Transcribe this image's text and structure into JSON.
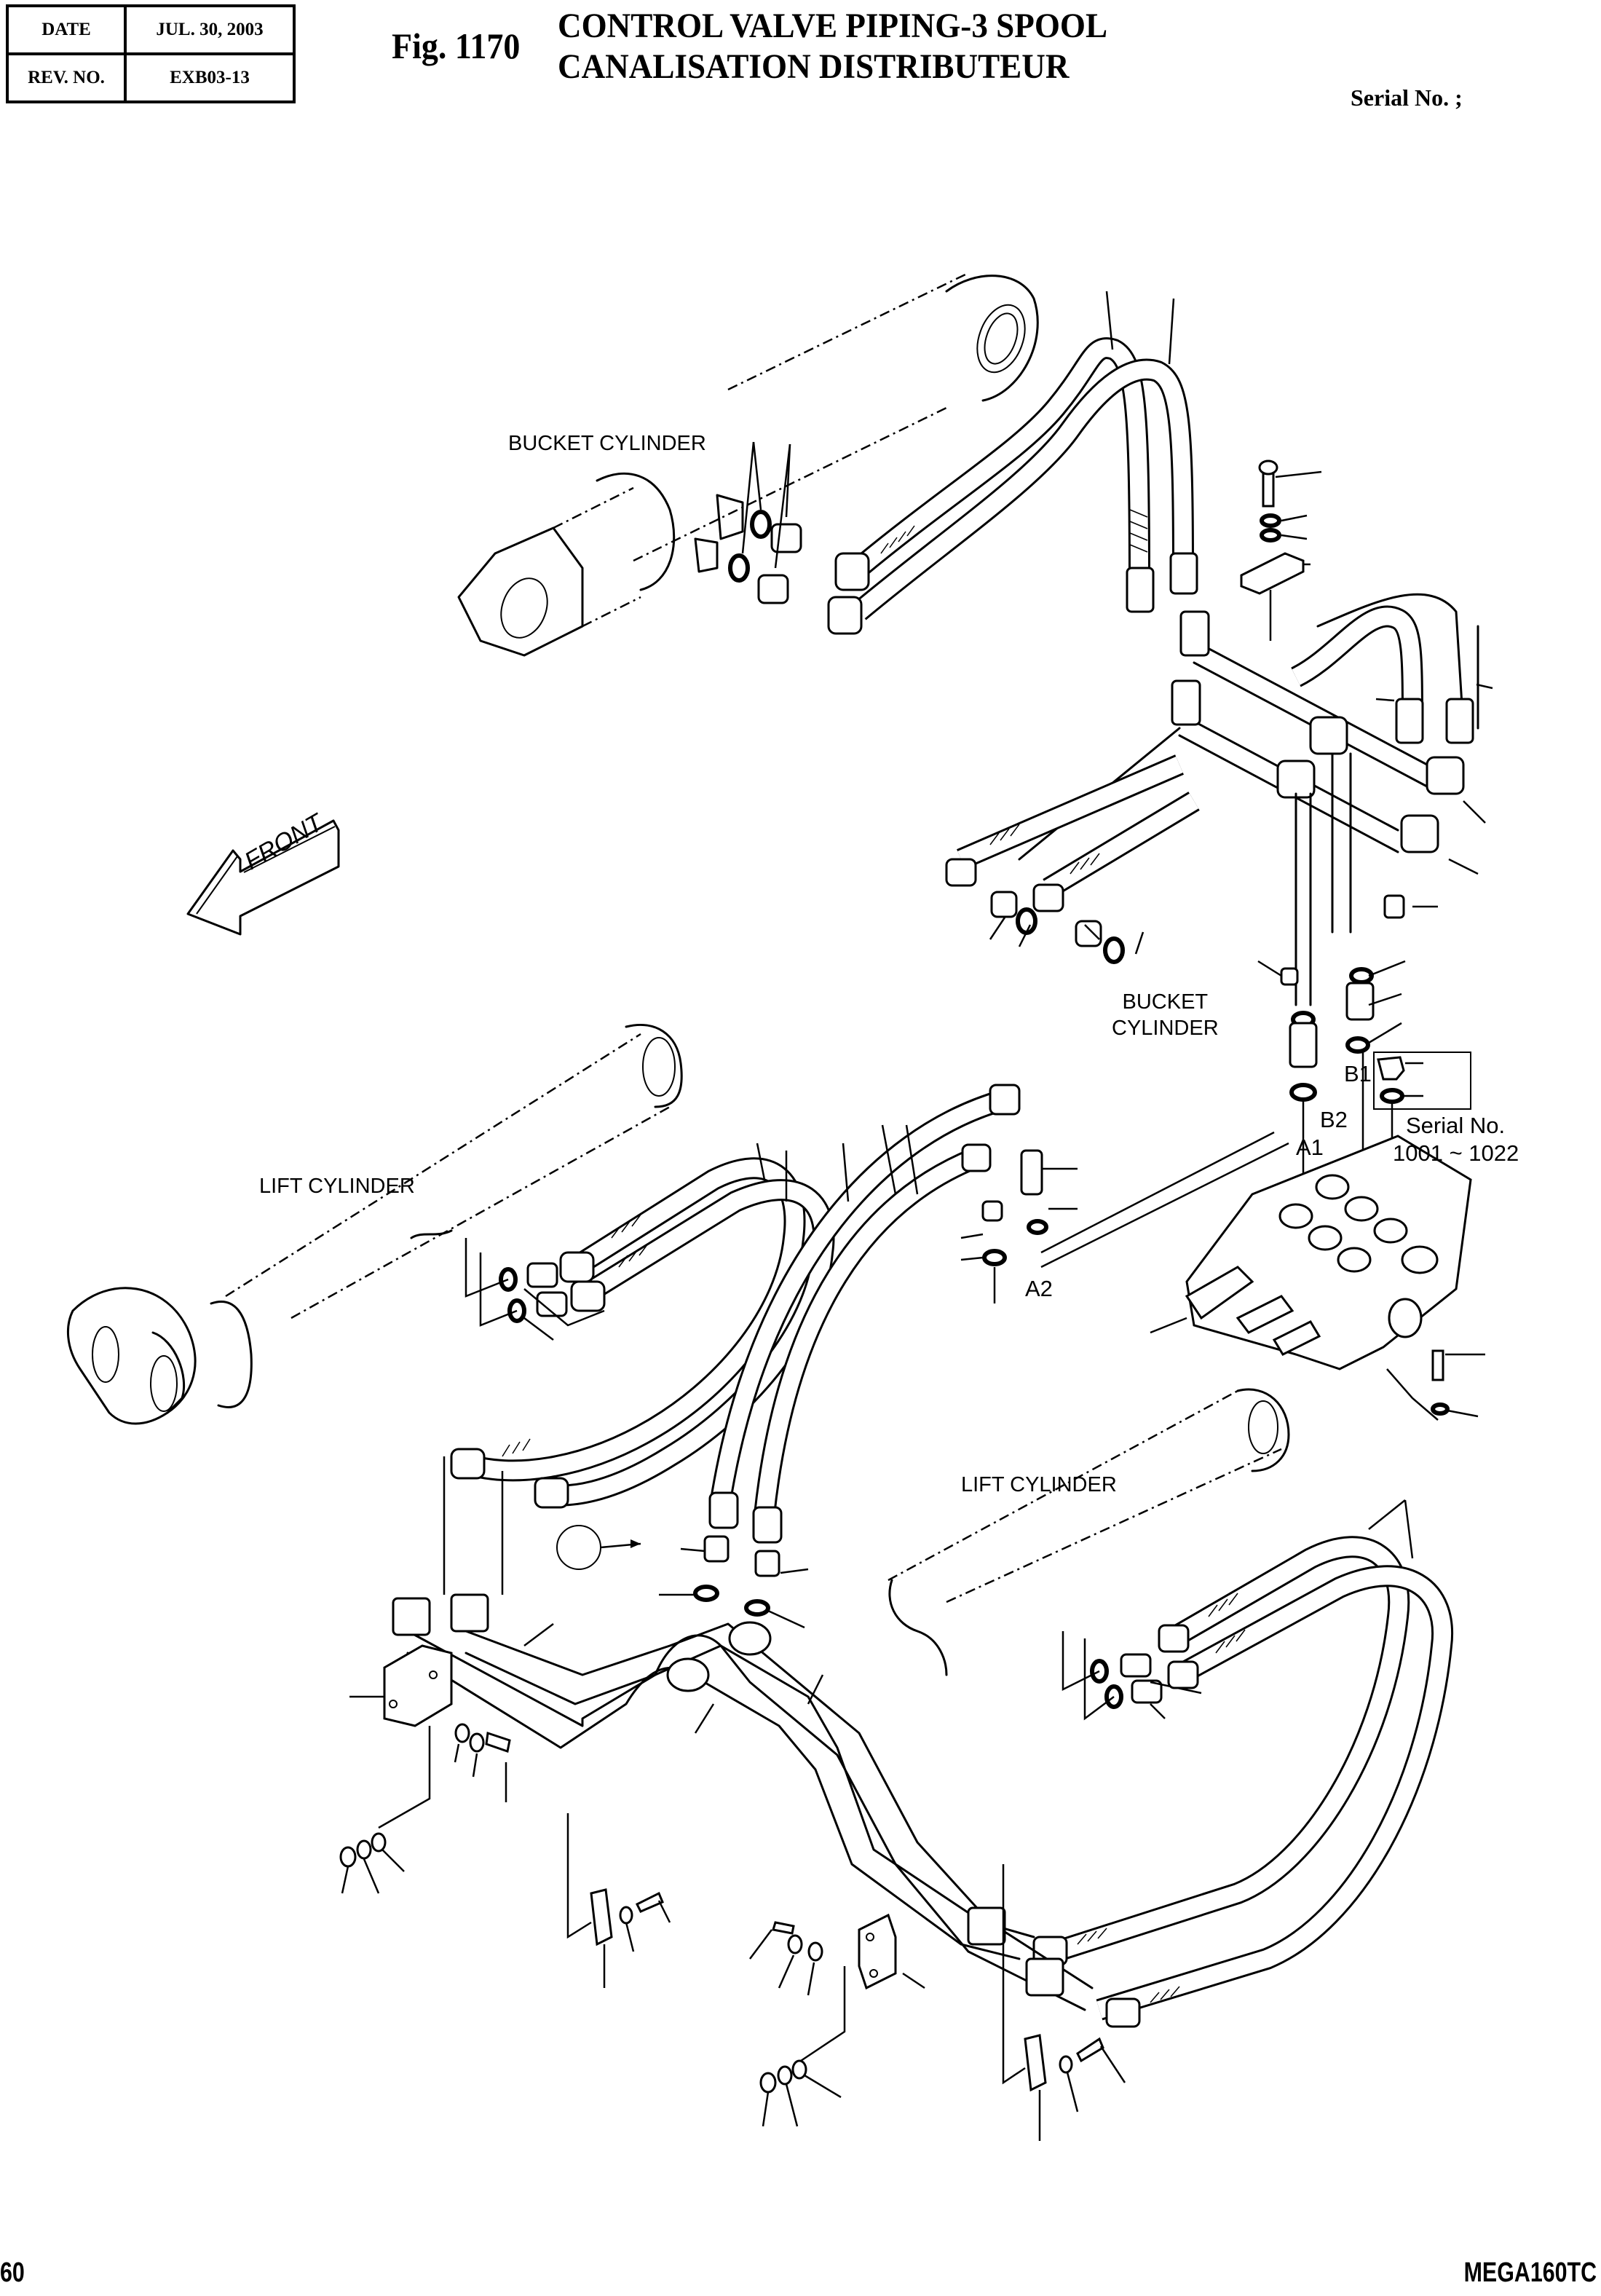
{
  "header": {
    "date_label": "DATE",
    "date_value": "JUL.  30, 2003",
    "rev_label": "REV. NO.",
    "rev_value": "EXB03-13"
  },
  "figure": {
    "number": "Fig. 1170",
    "title_en": "CONTROL VALVE PIPING-3 SPOOL",
    "title_fr": "CANALISATION DISTRIBUTEUR",
    "serial_label": "Serial No. ;"
  },
  "diagram": {
    "labels": {
      "bucket_cylinder_top": "BUCKET CYLINDER",
      "bucket_cylinder_mid_line1": "BUCKET",
      "bucket_cylinder_mid_line2": "CYLINDER",
      "lift_cylinder_left": "LIFT CYLINDER",
      "lift_cylinder_right": "LIFT CYLINDER",
      "front_arrow": "FRONT"
    },
    "ports": {
      "b1": "B1",
      "b2": "B2",
      "a1": "A1",
      "a2": "A2"
    },
    "serial_note": {
      "line1": "Serial No.",
      "line2": "1001 ~ 1022"
    }
  },
  "footer": {
    "page_number": "60",
    "model": "MEGA160TC"
  }
}
